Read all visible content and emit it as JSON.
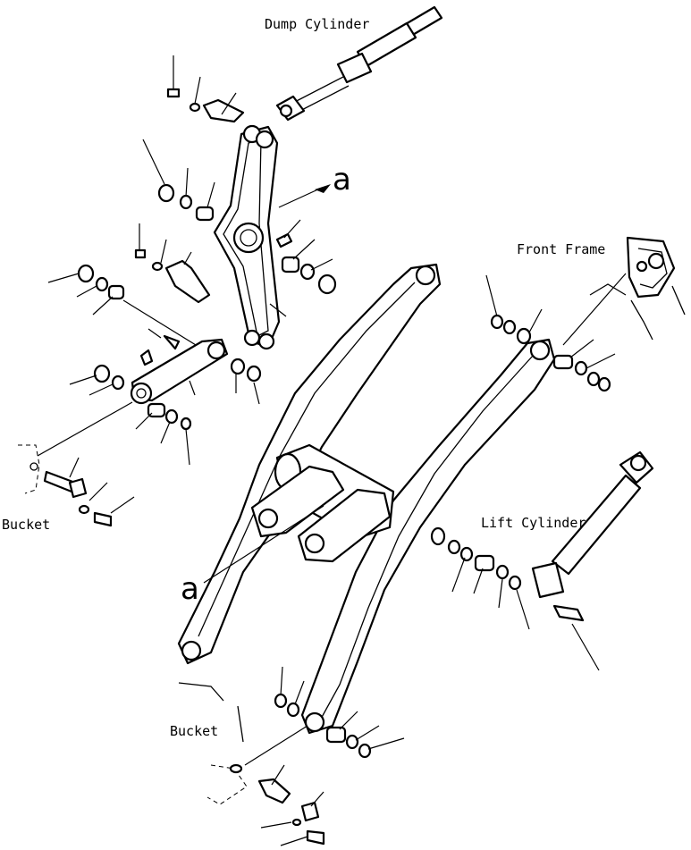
{
  "labels": {
    "dump_cylinder": "Dump Cylinder",
    "front_frame": "Front Frame",
    "lift_cylinder": "Lift Cylinder",
    "bucket_left": "Bucket",
    "bucket_bottom": "Bucket"
  },
  "callouts": {
    "a_top": "a",
    "a_left": "a"
  }
}
